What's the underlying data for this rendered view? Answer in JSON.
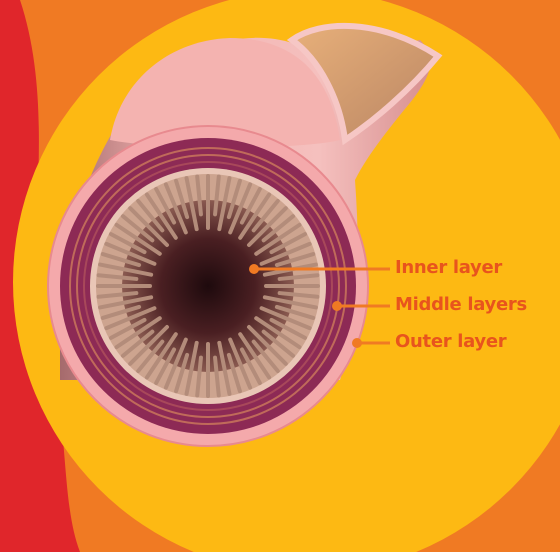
{
  "labels": {
    "inner": "Inner layer",
    "middle": "Middle layers",
    "outer": "Outer layer"
  },
  "colors": {
    "background_orange": "#f07a23",
    "red_band": "#e0262b",
    "yellow_disc": "#fdb913",
    "label_text": "#e8541d",
    "leader_line": "#f07a23",
    "tube_skin": "#f3b2b0",
    "outer_pink": "#f4a9ab",
    "middle_purple": "#8d2a55",
    "inner_tan": "#cda48f",
    "lumen_dark": "#2a0f12"
  }
}
